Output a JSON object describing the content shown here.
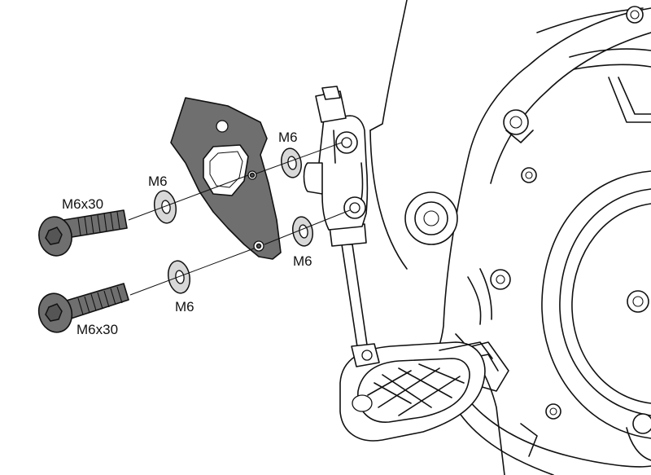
{
  "labels": {
    "bolt_top": "M6x30",
    "bolt_bottom": "M6x30",
    "washer_left_top": "M6",
    "washer_left_bottom": "M6",
    "washer_right_top": "M6",
    "washer_right_bottom": "M6"
  },
  "colors": {
    "line": "#111111",
    "bracket_fill": "#6f6f6f",
    "washer_fill": "#d8d8d8",
    "background": "#ffffff"
  }
}
